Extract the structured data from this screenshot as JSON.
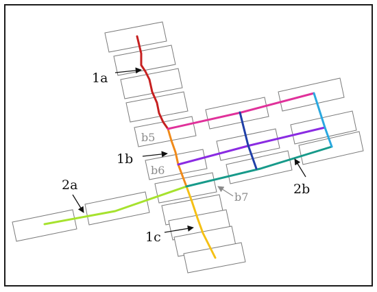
{
  "labels": {
    "l1a": "1a",
    "l1b": "1b",
    "l1c": "1c",
    "l2a": "2a",
    "l2b": "2b",
    "b5": "b5",
    "b6": "b6",
    "b7": "b7"
  },
  "colors": {
    "segment_1a": "#c62020",
    "segment_1b": "#f08a1a",
    "segment_1c": "#f5c015",
    "segment_2a": "#a6e22e",
    "segment_2b": "#179a8a",
    "magenta": "#e0319a",
    "purple": "#8a2be2",
    "navy": "#1f3fa8",
    "cyan": "#2aa8e0",
    "arrow_dark": "#111111",
    "arrow_gray": "#8a8a8a",
    "box_stroke": "#7a7a7a"
  }
}
